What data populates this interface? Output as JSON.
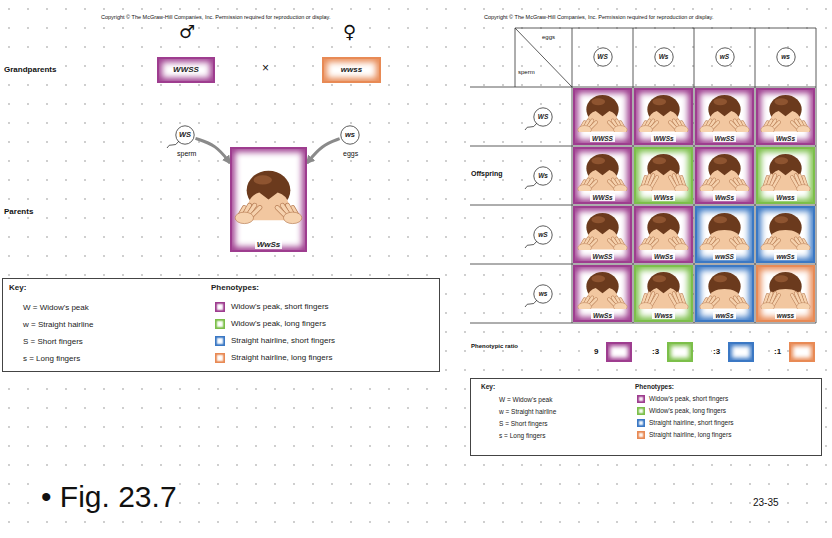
{
  "diagram": {
    "nodes": [
      {
        "text": [
          "WWSS"
        ]
      },
      {
        "text": [
          "wwss"
        ]
      },
      {
        "text": [
          "WS"
        ]
      },
      {
        "text": [
          "ws"
        ]
      },
      {
        "text": [
          "WwSs"
        ]
      },
      {
        "text": [
          "Key:",
          "W = Widow's peak",
          "w = Straight hairline",
          "S = Short fingers",
          "s = Long fingers",
          "Phenotypes:"
        ]
      },
      {
        "text": [
          "WS"
        ]
      },
      {
        "text": [
          "Ws"
        ]
      },
      {
        "text": [
          "wS"
        ]
      },
      {
        "text": [
          "ws"
        ]
      },
      {
        "text": [
          "WS"
        ]
      },
      {
        "text": [
          "WWSS"
        ]
      },
      {
        "text": [
          "WWSs"
        ]
      },
      {
        "text": [
          "WwSS"
        ]
      },
      {
        "text": [
          "WwSs"
        ]
      },
      {
        "text": [
          "Ws"
        ]
      },
      {
        "text": [
          "WWSs"
        ]
      },
      {
        "text": [
          "WWss"
        ]
      },
      {
        "text": [
          "WwSs"
        ]
      },
      {
        "text": [
          "Wwss"
        ]
      },
      {
        "text": [
          "wS"
        ]
      },
      {
        "text": [
          "WwSS"
        ]
      },
      {
        "text": [
          "WwSs"
        ]
      },
      {
        "text": [
          "wwSS"
        ]
      },
      {
        "text": [
          "wwSs"
        ]
      },
      {
        "text": [
          "ws"
        ]
      },
      {
        "text": [
          "WwSs"
        ]
      },
      {
        "text": [
          "Wwss"
        ]
      },
      {
        "text": [
          "wwSs"
        ]
      },
      {
        "text": [
          "wwss"
        ]
      },
      {
        "text": [
          "Key:",
          "W = Widow's peak",
          "w = Straight hairline",
          "S = Short fingers",
          "s = Long fingers",
          "Phenotypes:"
        ]
      }
    ],
    "edges": [
      {
        "from": 2,
        "to": 4,
        "arrow": "to"
      },
      {
        "from": 3,
        "to": 4,
        "arrow": "to"
      }
    ],
    "labels": [
      "Copyright © The McGraw-Hill Companies, Inc. Permission required for reproduction or display.",
      "♂",
      "♀",
      "Grandparents",
      "×",
      "sperm",
      "eggs",
      "Parents",
      "Copyright © The McGraw-Hill Companies, Inc. Permission required for reproduction or display.",
      "eggs",
      "sperm",
      "Offspring",
      "Phenotypic ratio",
      "9",
      ":3",
      ":3",
      ":1",
      "• Fig. 23.7",
      "23-35"
    ],
    "legend": [
      {
        "text": "Widow's peak, short fingers",
        "color": "#9e3d8f"
      },
      {
        "text": "Widow's peak, long fingers",
        "color": "#7cbf4a"
      },
      {
        "text": "Straight hairline, short fingers",
        "color": "#3b78c4"
      },
      {
        "text": "Straight hairline, long fingers",
        "color": "#e88a55"
      },
      {
        "text": "Widow's peak, short fingers",
        "color": "#9e3d8f"
      },
      {
        "text": "Widow's peak, long fingers",
        "color": "#7cbf4a"
      },
      {
        "text": "Straight hairline, short fingers",
        "color": "#3b78c4"
      },
      {
        "text": "Straight hairline, long fingers",
        "color": "#e88a55"
      }
    ]
  }
}
